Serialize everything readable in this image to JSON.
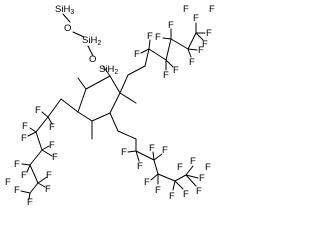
{
  "structure": {
    "silyl_group": {
      "si_h3": "SiH",
      "h_count": "3",
      "o1": "O",
      "si_h2_mid": "SiH",
      "h2_mid": "2",
      "o2": "O",
      "si_h2_ring": "SiH",
      "h2_ring": "2"
    },
    "left_chain": [
      "F",
      "F",
      "F",
      "F",
      "F",
      "F",
      "F",
      "F",
      "F",
      "F",
      "F",
      "F",
      "F"
    ],
    "top_right_chain": [
      "F",
      "F",
      "F",
      "F",
      "F",
      "F",
      "F",
      "F",
      "F",
      "F",
      "F",
      "F",
      "F"
    ],
    "bottom_chain": [
      "F",
      "F",
      "F",
      "F",
      "F",
      "F",
      "F",
      "F",
      "F",
      "F",
      "F",
      "F",
      "F"
    ]
  }
}
